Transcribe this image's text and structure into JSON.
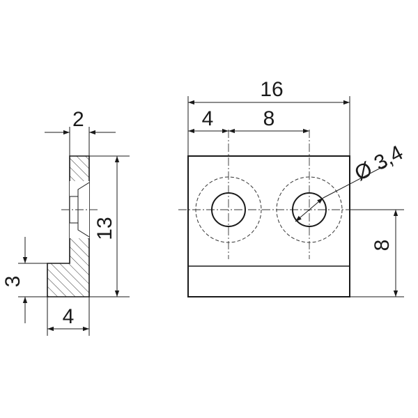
{
  "drawing": {
    "side_view": {
      "thickness_label": "2",
      "height_label": "13",
      "step_height_label": "3",
      "base_width_label": "4"
    },
    "front_view": {
      "overall_width_label": "16",
      "hole_offset_label": "4",
      "hole_spacing_label": "8",
      "hole_diameter_label": "Ø 3,4",
      "center_height_label": "8"
    },
    "colors": {
      "line": "#1a1a1a",
      "background": "#ffffff"
    }
  }
}
